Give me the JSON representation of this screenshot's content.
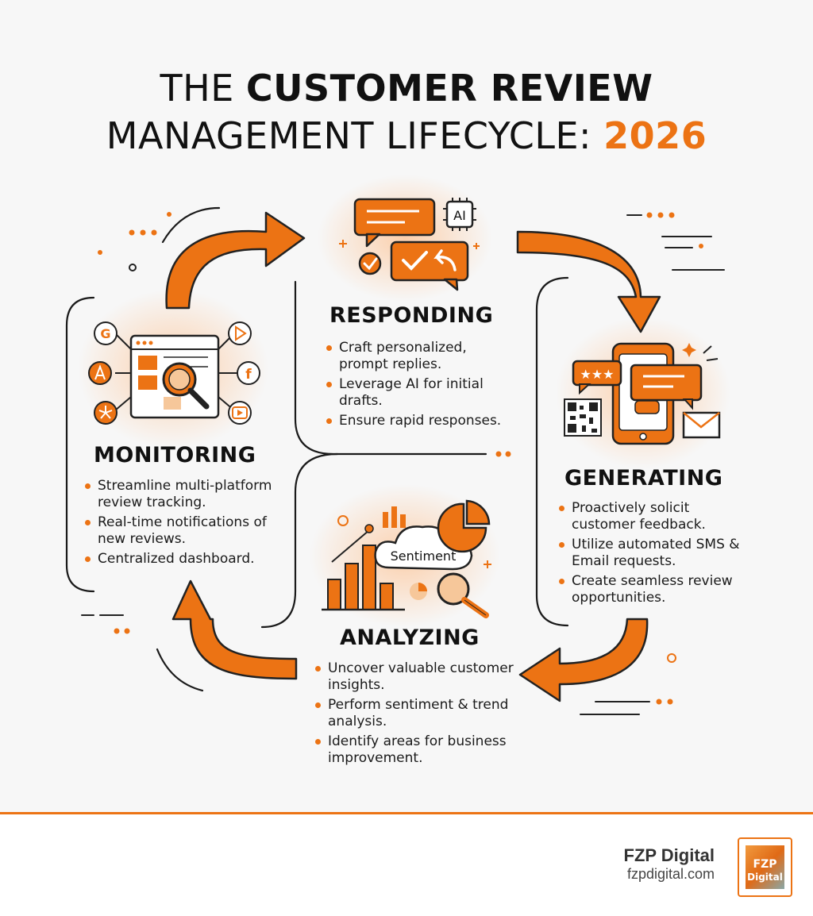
{
  "title": {
    "line1_plain": "THE ",
    "line1_bold": "CUSTOMER REVIEW",
    "line2_plain": "MANAGEMENT LIFECYCLE: ",
    "line2_accent": "2026"
  },
  "stages": {
    "responding": {
      "heading": "RESPONDING",
      "bullets": [
        "Craft personalized, prompt replies.",
        "Leverage AI for initial drafts.",
        "Ensure rapid responses."
      ]
    },
    "monitoring": {
      "heading": "MONITORING",
      "bullets": [
        "Streamline multi-platform review tracking.",
        "Real-time notifications of new reviews.",
        "Centralized dashboard."
      ]
    },
    "generating": {
      "heading": "GENERATING",
      "bullets": [
        "Proactively solicit customer feedback.",
        "Utilize automated SMS & Email requests.",
        "Create seamless review opportunities."
      ]
    },
    "analyzing": {
      "heading": "ANALYZING",
      "bullets": [
        "Uncover valuable customer insights.",
        "Perform sentiment & trend analysis.",
        "Identify areas for business improvement."
      ]
    }
  },
  "icons": {
    "ai_chip": "AI",
    "sentiment_cloud": "Sentiment",
    "monitoring_platforms": [
      "google-icon",
      "play-store-icon",
      "app-store-icon",
      "facebook-icon",
      "yelp-icon",
      "youtube-icon"
    ]
  },
  "footer": {
    "brand": "FZP Digital",
    "url": "fzpdigital.com",
    "logo_text_top": "FZP",
    "logo_text_bottom": "Digital"
  },
  "colors": {
    "accent": "#ec7314",
    "text": "#111111",
    "background": "#f7f7f7"
  }
}
